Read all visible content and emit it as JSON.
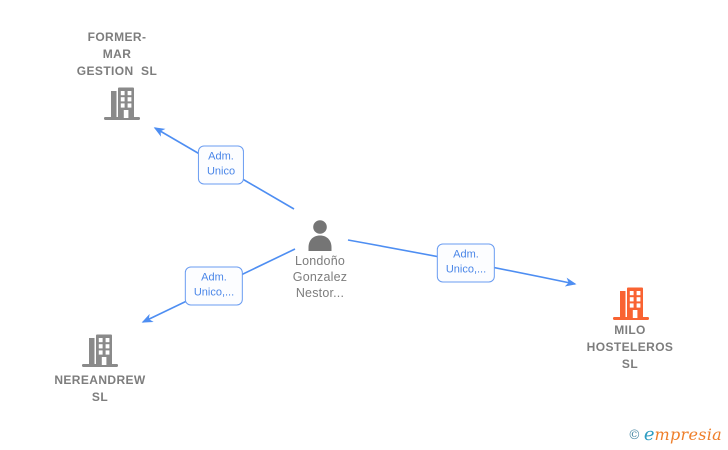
{
  "palette": {
    "edge_blue": "#4e8ef2",
    "edge_label_border": "#6a9cf1",
    "edge_label_text": "#4a86e8",
    "company_icon_gray": "#8a8a8a",
    "company_icon_orange": "#f96332",
    "node_text_gray": "#7d7d7d",
    "logo_copyright_teal": "#4e8ba6",
    "logo_e_blue": "#2e9dc2",
    "logo_rest_orange": "#ee7e2a"
  },
  "nodes": {
    "former_mar": {
      "type": "company",
      "line1": "FORMER-",
      "line2": "MAR",
      "line3": "GESTION  SL"
    },
    "person": {
      "type": "person",
      "line1": "Londoño",
      "line2": "Gonzalez",
      "line3": "Nestor..."
    },
    "nereandrew": {
      "type": "company",
      "line1": "NEREANDREW",
      "line2": "SL"
    },
    "milo": {
      "type": "company",
      "line1": "MILO",
      "line2": "HOSTELEROS",
      "line3": "SL"
    }
  },
  "edges": {
    "person_to_former_mar": {
      "line1": "Adm.",
      "line2": "Unico"
    },
    "person_to_milo": {
      "line1": "Adm.",
      "line2": "Unico,..."
    },
    "person_to_nereandrew": {
      "line1": "Adm.",
      "line2": "Unico,..."
    }
  },
  "watermark": {
    "copyright_symbol": "©",
    "brand_initial": "e",
    "brand_rest": "mpresia"
  }
}
